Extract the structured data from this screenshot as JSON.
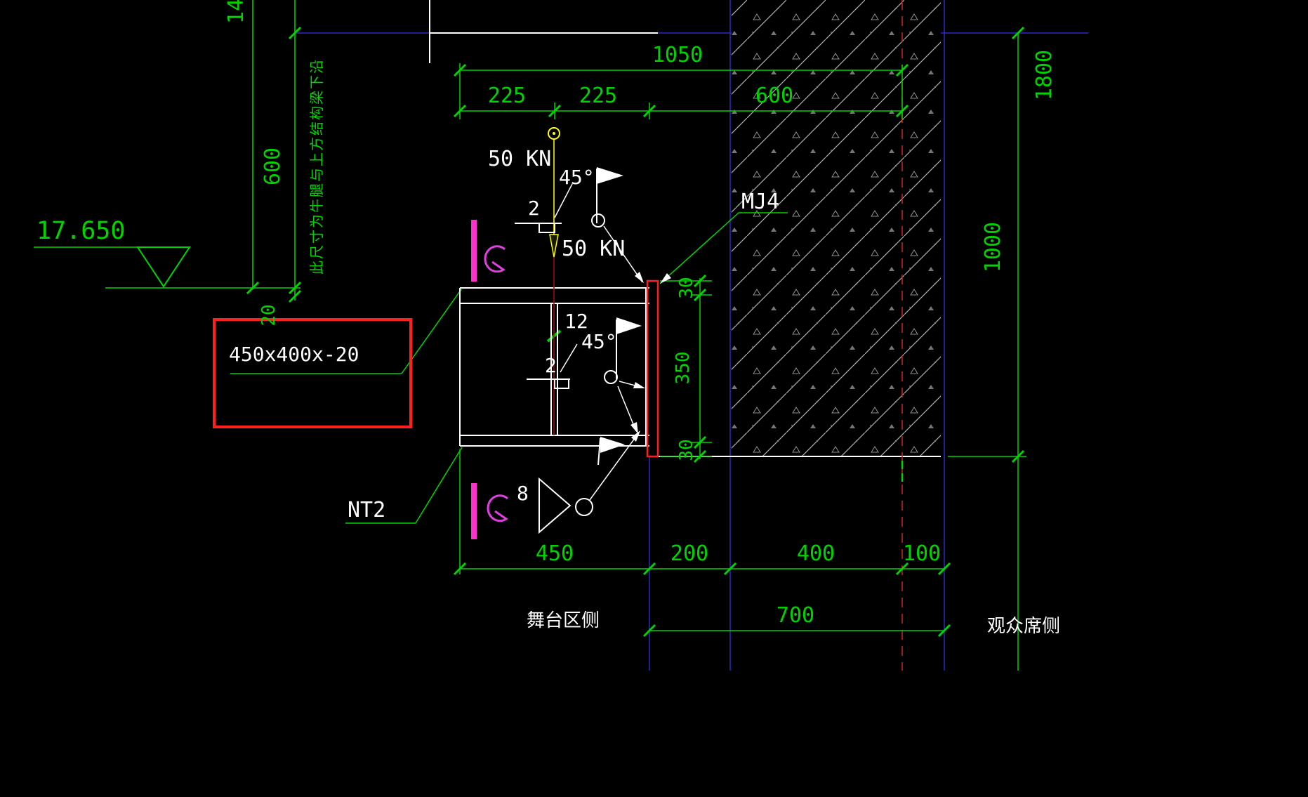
{
  "labels": {
    "elevation": "17.650",
    "plate_size": "450x400x-20",
    "nt2": "NT2",
    "mj4": "MJ4",
    "load_top": "50 KN",
    "load_mid": "50 KN",
    "stage_side": "舞台区侧",
    "audience_side": "观众席侧",
    "vertical_note": "此尺寸为牛腿与上方结构梁下沿",
    "top_partial": "14"
  },
  "dims": {
    "top_total": "1050",
    "top_a": "225",
    "top_b": "225",
    "top_c": "600",
    "left_height": "600",
    "left_offset": "20",
    "right_outer": "1800",
    "right_inner": "1000",
    "plate_top": "30",
    "plate_mid": "350",
    "plate_bot": "30",
    "bot_a": "450",
    "bot_b": "200",
    "bot_c": "400",
    "bot_d": "100",
    "bot_total": "700"
  },
  "weld": {
    "top_size": "2",
    "top_angle": "45°",
    "mid_plate": "12",
    "mid_size": "2",
    "mid_angle": "45°",
    "bot_size": "8"
  },
  "colors": {
    "dimension_green": "#00d400",
    "construction_blue": "#2a2ac8",
    "axis_red": "#cc2222",
    "highlight_red": "#ff1f1f",
    "detail_white": "#ffffff",
    "magenta": "#ff2fd0",
    "load_yellow": "#ffff00",
    "hatch_gray": "#b0b0b0"
  }
}
